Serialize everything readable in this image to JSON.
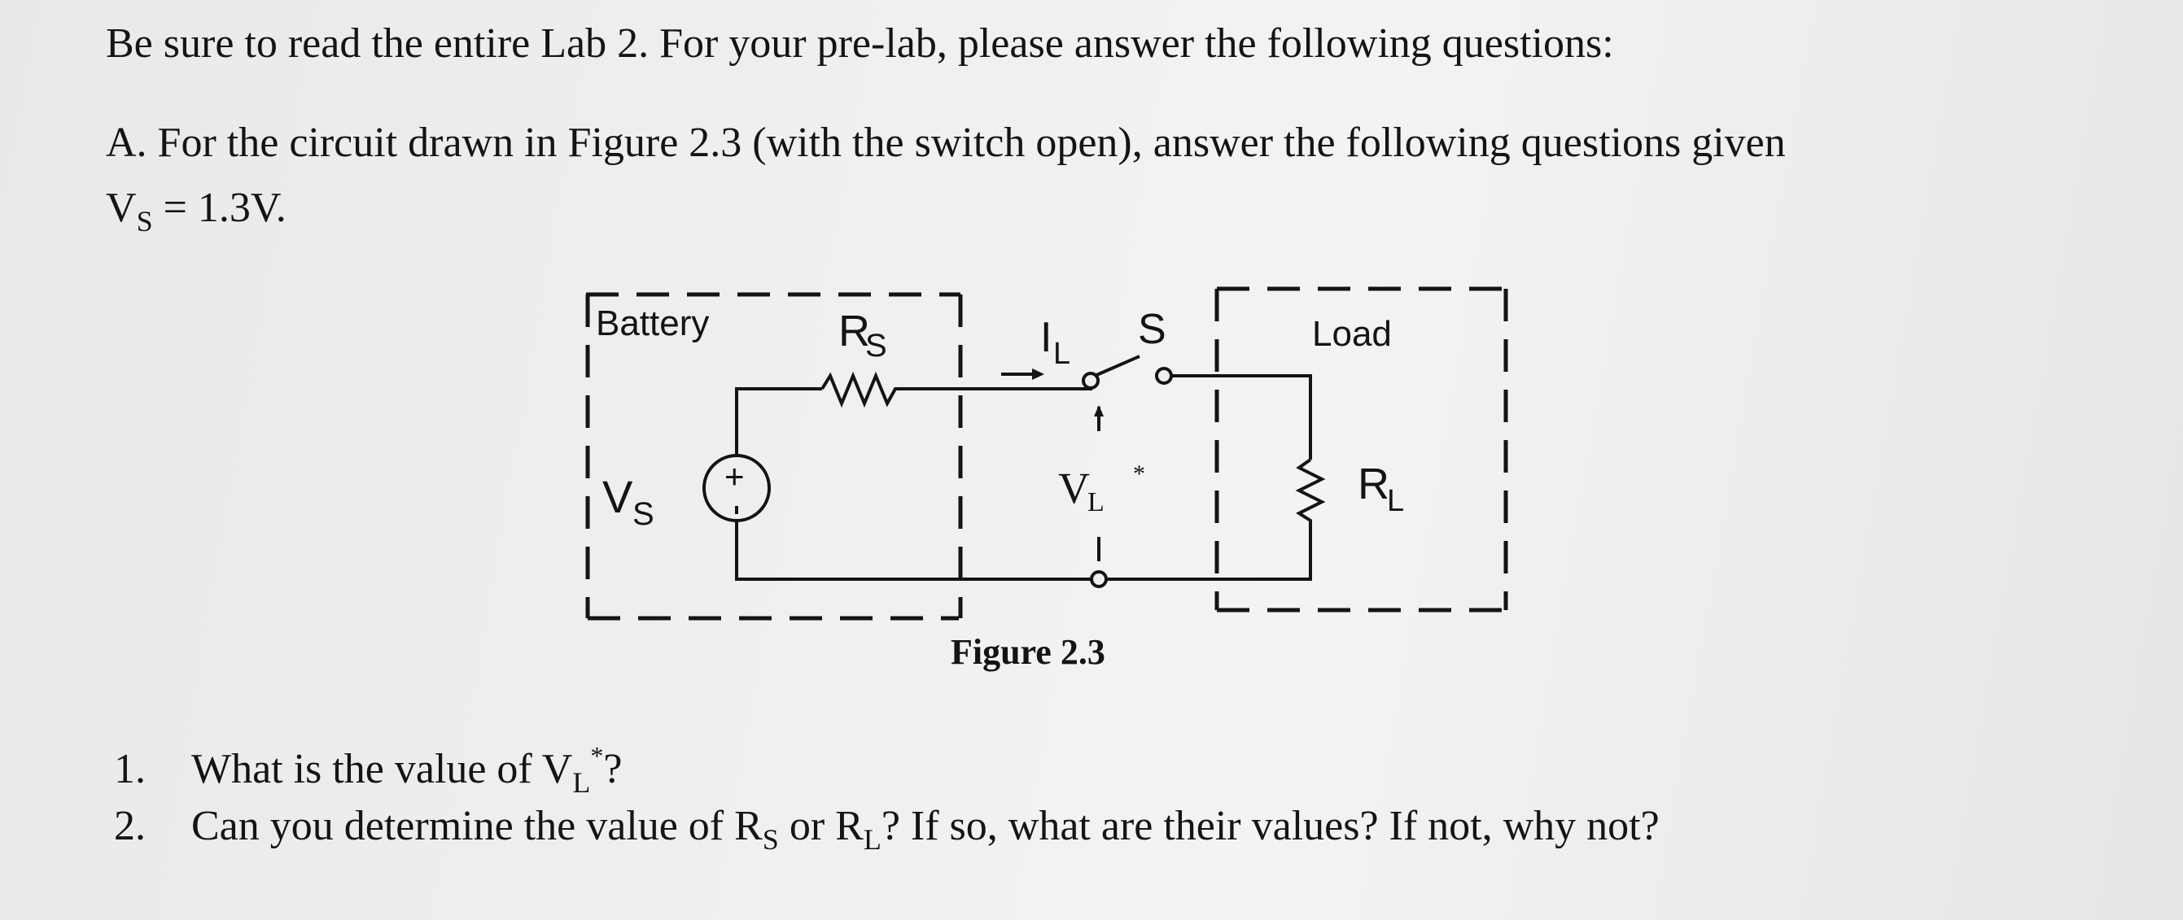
{
  "intro": "Be sure to read the entire Lab 2.  For your pre-lab, please answer the following questions:",
  "part_a": {
    "line1": "A. For the circuit drawn in Figure 2.3 (with the switch open), answer the following questions given",
    "vs_main": "V",
    "vs_sub": "S",
    "vs_rest": " = 1.3V."
  },
  "figure": {
    "battery_label": "Battery",
    "load_label": "Load",
    "rs_main": "R",
    "rs_sub": "S",
    "il_main": "I",
    "il_sub": "L",
    "switch_label": "S",
    "vl_main": "V",
    "vl_sub": "L",
    "vl_sup": "*",
    "vs_main": "V",
    "vs_sub": "S",
    "plus": "+",
    "minus": "-",
    "rl_main": "R",
    "rl_sub": "L",
    "caption": "Figure 2.3"
  },
  "questions": [
    {
      "number": "1.",
      "text_a": "What is the value of V",
      "sub": "L",
      "sup": "*",
      "text_b": "?"
    },
    {
      "number": "2.",
      "text_a": "Can you determine the value of R",
      "sub1": "S",
      "text_b": " or R",
      "sub2": "L",
      "text_c": "?  If so, what are their values?  If not, why not?"
    }
  ]
}
